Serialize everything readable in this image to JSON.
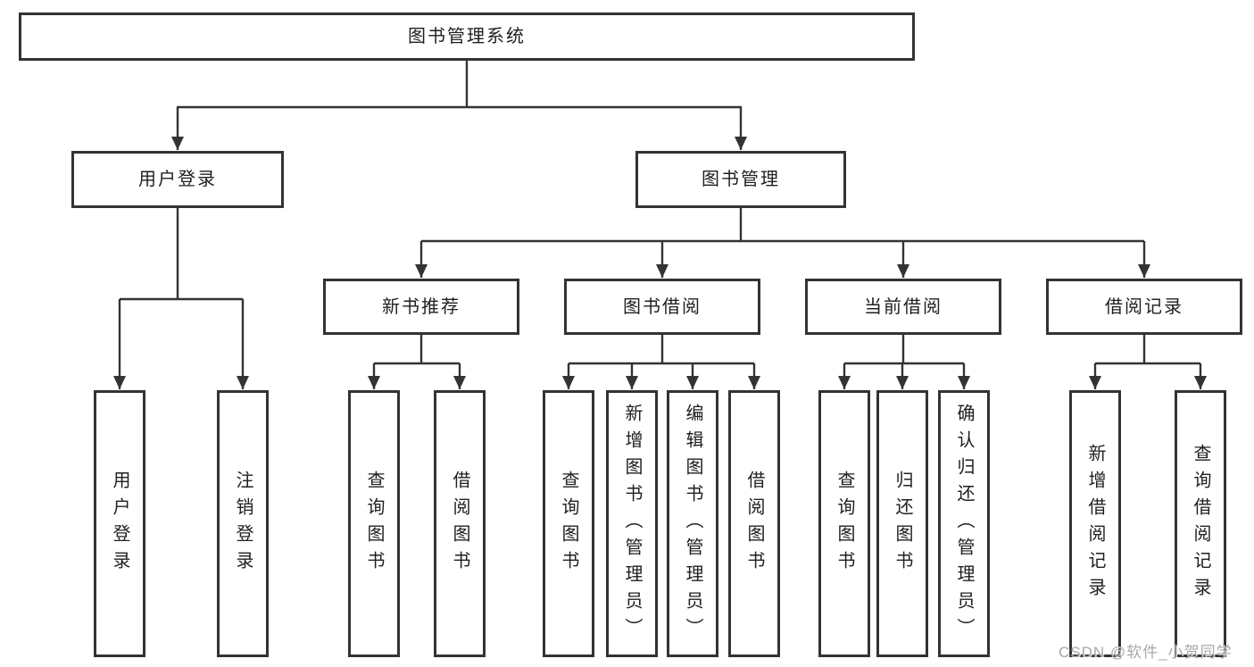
{
  "tree": {
    "root": {
      "label": "图书管理系统",
      "children": [
        {
          "label": "用户登录",
          "children": [
            {
              "label": "用户登录"
            },
            {
              "label": "注销登录"
            }
          ]
        },
        {
          "label": "图书管理",
          "children": [
            {
              "label": "新书推荐",
              "children": [
                {
                  "label": "查询图书"
                },
                {
                  "label": "借阅图书"
                }
              ]
            },
            {
              "label": "图书借阅",
              "children": [
                {
                  "label": "查询图书"
                },
                {
                  "label": "新增图书（管理员）"
                },
                {
                  "label": "编辑图书（管理员）"
                },
                {
                  "label": "借阅图书"
                }
              ]
            },
            {
              "label": "当前借阅",
              "children": [
                {
                  "label": "查询图书"
                },
                {
                  "label": "归还图书"
                },
                {
                  "label": "确认归还（管理员）"
                }
              ]
            },
            {
              "label": "借阅记录",
              "children": [
                {
                  "label": "新增借阅记录"
                },
                {
                  "label": "查询借阅记录"
                }
              ]
            }
          ]
        }
      ]
    }
  },
  "watermark": {
    "text": "CSDN @软件_小贺同学"
  },
  "colors": {
    "line_color": "#333333",
    "text_color": "#1f1f1f",
    "box_bg": "#ffffff",
    "page_bg": "#ffffff",
    "watermark_color": "#a8a8a8"
  }
}
